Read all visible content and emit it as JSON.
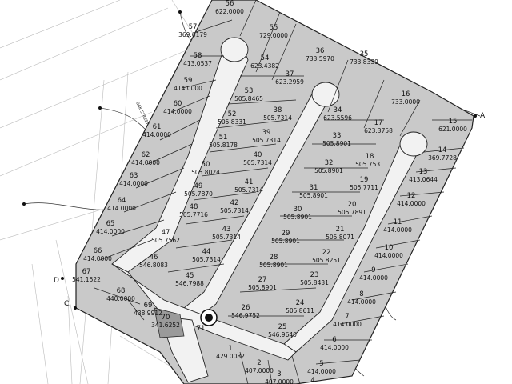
{
  "map": {
    "street_label": "OAK STREET",
    "street_label_bottom": "",
    "corners": [
      "A",
      "C",
      "D"
    ],
    "lots": [
      {
        "n": "56",
        "a": "622.0000"
      },
      {
        "n": "55",
        "a": "729.0000"
      },
      {
        "n": "57",
        "a": "369.6179"
      },
      {
        "n": "36",
        "a": "733.5970"
      },
      {
        "n": "54",
        "a": "623.4382"
      },
      {
        "n": "35",
        "a": "733.8339"
      },
      {
        "n": "58",
        "a": "413.0537"
      },
      {
        "n": "37",
        "a": "623.2959"
      },
      {
        "n": "59",
        "a": "414.0000"
      },
      {
        "n": "53",
        "a": "505.8465"
      },
      {
        "n": "16",
        "a": "733.0000"
      },
      {
        "n": "60",
        "a": "414.0000"
      },
      {
        "n": "38",
        "a": "505.7314"
      },
      {
        "n": "34",
        "a": "623.5596"
      },
      {
        "n": "17",
        "a": "623.3758"
      },
      {
        "n": "15",
        "a": "621.0000"
      },
      {
        "n": "52",
        "a": "505.8331"
      },
      {
        "n": "61",
        "a": "414.0000"
      },
      {
        "n": "39",
        "a": "505.7314"
      },
      {
        "n": "33",
        "a": "505.8901"
      },
      {
        "n": "51",
        "a": "505.8178"
      },
      {
        "n": "14",
        "a": "369.7728"
      },
      {
        "n": "62",
        "a": "414.0000"
      },
      {
        "n": "40",
        "a": "505.7314"
      },
      {
        "n": "18",
        "a": "505.7531"
      },
      {
        "n": "50",
        "a": "505.8024"
      },
      {
        "n": "32",
        "a": "505.8901"
      },
      {
        "n": "63",
        "a": "414.0000"
      },
      {
        "n": "13",
        "a": "413.0644"
      },
      {
        "n": "41",
        "a": "505.7314"
      },
      {
        "n": "19",
        "a": "505.7711"
      },
      {
        "n": "49",
        "a": "505.7870"
      },
      {
        "n": "31",
        "a": "505.8901"
      },
      {
        "n": "12",
        "a": "414.0000"
      },
      {
        "n": "64",
        "a": "414.0000"
      },
      {
        "n": "42",
        "a": "505.7314"
      },
      {
        "n": "20",
        "a": "505.7891"
      },
      {
        "n": "48",
        "a": "505.7716"
      },
      {
        "n": "30",
        "a": "505.8901"
      },
      {
        "n": "65",
        "a": "414.0000"
      },
      {
        "n": "11",
        "a": "414.0000"
      },
      {
        "n": "21",
        "a": "505.8071"
      },
      {
        "n": "47",
        "a": "505.7562"
      },
      {
        "n": "43",
        "a": "505.7314"
      },
      {
        "n": "29",
        "a": "505.8901"
      },
      {
        "n": "66",
        "a": "414.0000"
      },
      {
        "n": "10",
        "a": "414.0000"
      },
      {
        "n": "44",
        "a": "505.7314"
      },
      {
        "n": "22",
        "a": "505.8251"
      },
      {
        "n": "46",
        "a": "546.8083"
      },
      {
        "n": "28",
        "a": "505.8901"
      },
      {
        "n": "9",
        "a": "414.0000"
      },
      {
        "n": "67",
        "a": "541.1522"
      },
      {
        "n": "23",
        "a": "505.8431"
      },
      {
        "n": "45",
        "a": "546.7988"
      },
      {
        "n": "27",
        "a": "505.8901"
      },
      {
        "n": "68",
        "a": "440.0000"
      },
      {
        "n": "8",
        "a": "414.0000"
      },
      {
        "n": "24",
        "a": "505.8611"
      },
      {
        "n": "69",
        "a": "438.9912"
      },
      {
        "n": "26",
        "a": "546.9752"
      },
      {
        "n": "7",
        "a": "414.0000"
      },
      {
        "n": "70",
        "a": "341.6252"
      },
      {
        "n": "25",
        "a": "546.9640"
      },
      {
        "n": "71",
        "a": ""
      },
      {
        "n": "6",
        "a": "414.0000"
      },
      {
        "n": "1",
        "a": "429.0082"
      },
      {
        "n": "5",
        "a": "414.0000"
      },
      {
        "n": "2",
        "a": "407.0000"
      },
      {
        "n": "4",
        "a": "414.0000"
      },
      {
        "n": "3",
        "a": "407.0000"
      }
    ]
  }
}
